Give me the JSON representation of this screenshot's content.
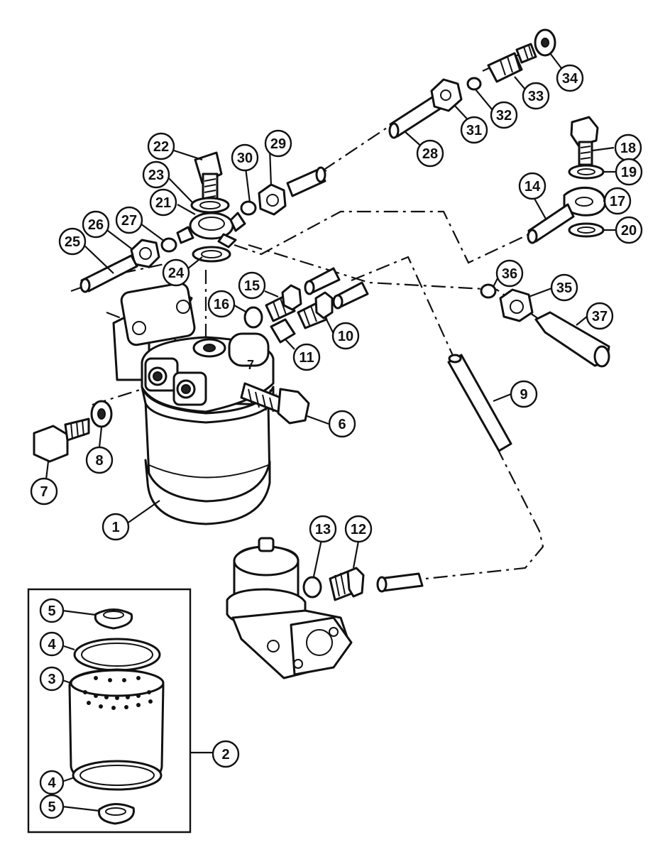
{
  "callouts": [
    {
      "id": "c1",
      "label": "1"
    },
    {
      "id": "c2",
      "label": "2"
    },
    {
      "id": "c3",
      "label": "3"
    },
    {
      "id": "c4a",
      "label": "4"
    },
    {
      "id": "c4b",
      "label": "4"
    },
    {
      "id": "c5a",
      "label": "5"
    },
    {
      "id": "c5b",
      "label": "5"
    },
    {
      "id": "c6",
      "label": "6"
    },
    {
      "id": "c7",
      "label": "7"
    },
    {
      "id": "c8",
      "label": "8"
    },
    {
      "id": "c9",
      "label": "9"
    },
    {
      "id": "c10",
      "label": "10"
    },
    {
      "id": "c11",
      "label": "11"
    },
    {
      "id": "c12",
      "label": "12"
    },
    {
      "id": "c13",
      "label": "13"
    },
    {
      "id": "c14",
      "label": "14"
    },
    {
      "id": "c15",
      "label": "15"
    },
    {
      "id": "c16",
      "label": "16"
    },
    {
      "id": "c17",
      "label": "17"
    },
    {
      "id": "c18",
      "label": "18"
    },
    {
      "id": "c19",
      "label": "19"
    },
    {
      "id": "c20",
      "label": "20"
    },
    {
      "id": "c21",
      "label": "21"
    },
    {
      "id": "c22",
      "label": "22"
    },
    {
      "id": "c23",
      "label": "23"
    },
    {
      "id": "c24",
      "label": "24"
    },
    {
      "id": "c25",
      "label": "25"
    },
    {
      "id": "c26",
      "label": "26"
    },
    {
      "id": "c27",
      "label": "27"
    },
    {
      "id": "c28",
      "label": "28"
    },
    {
      "id": "c29",
      "label": "29"
    },
    {
      "id": "c30",
      "label": "30"
    },
    {
      "id": "c31",
      "label": "31"
    },
    {
      "id": "c32",
      "label": "32"
    },
    {
      "id": "c33",
      "label": "33"
    },
    {
      "id": "c34",
      "label": "34"
    },
    {
      "id": "c35",
      "label": "35"
    },
    {
      "id": "c36",
      "label": "36"
    },
    {
      "id": "c37",
      "label": "37"
    }
  ]
}
